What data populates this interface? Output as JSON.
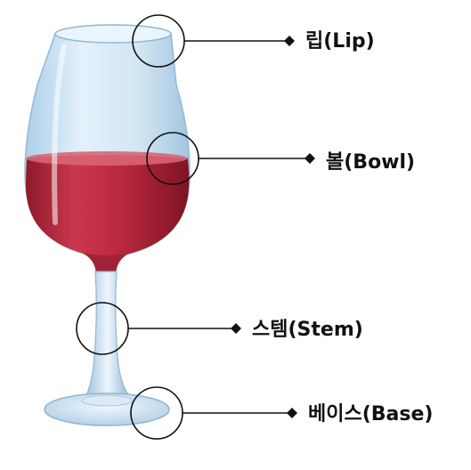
{
  "diagram": {
    "labels": {
      "lip": "립(Lip)",
      "bowl": "볼(Bowl)",
      "stem": "스템(Stem)",
      "base": "베이스(Base)"
    },
    "colors": {
      "wine": "#b8283c",
      "wine_dark": "#7e1423",
      "glass": "#d2e6f4",
      "glass_edge": "#8fb6d3",
      "callout": "#111111"
    }
  }
}
